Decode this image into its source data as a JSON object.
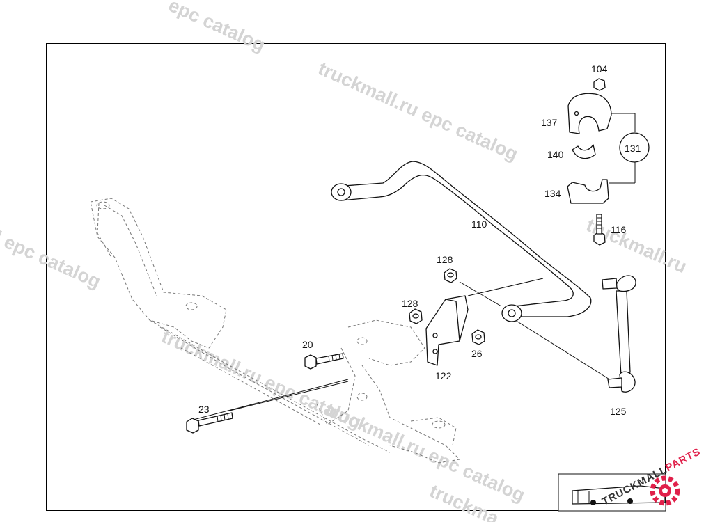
{
  "watermark": {
    "text_1": "epc catalog",
    "text_2": "truckmall.ru epc catalog",
    "text_3": "truckmall.ru",
    "text_4": "l epc catalog",
    "text_5": "truckmall.ru epc catalog",
    "text_6": "truckmall.ru epc catalog",
    "text_7": "truckma",
    "color": "#d4d4d4"
  },
  "parts": {
    "p104": "104",
    "p137": "137",
    "p131": "131",
    "p140": "140",
    "p134": "134",
    "p110": "110",
    "p116": "116",
    "p128a": "128",
    "p128b": "128",
    "p20": "20",
    "p26": "26",
    "p122": "122",
    "p125": "125",
    "p23": "23"
  },
  "logo": {
    "brand": "TRUCKMALLPARTS",
    "brand_dark": "TRUCKMALL",
    "brand_accent": "PARTS",
    "accent_color": "#e0204a"
  }
}
